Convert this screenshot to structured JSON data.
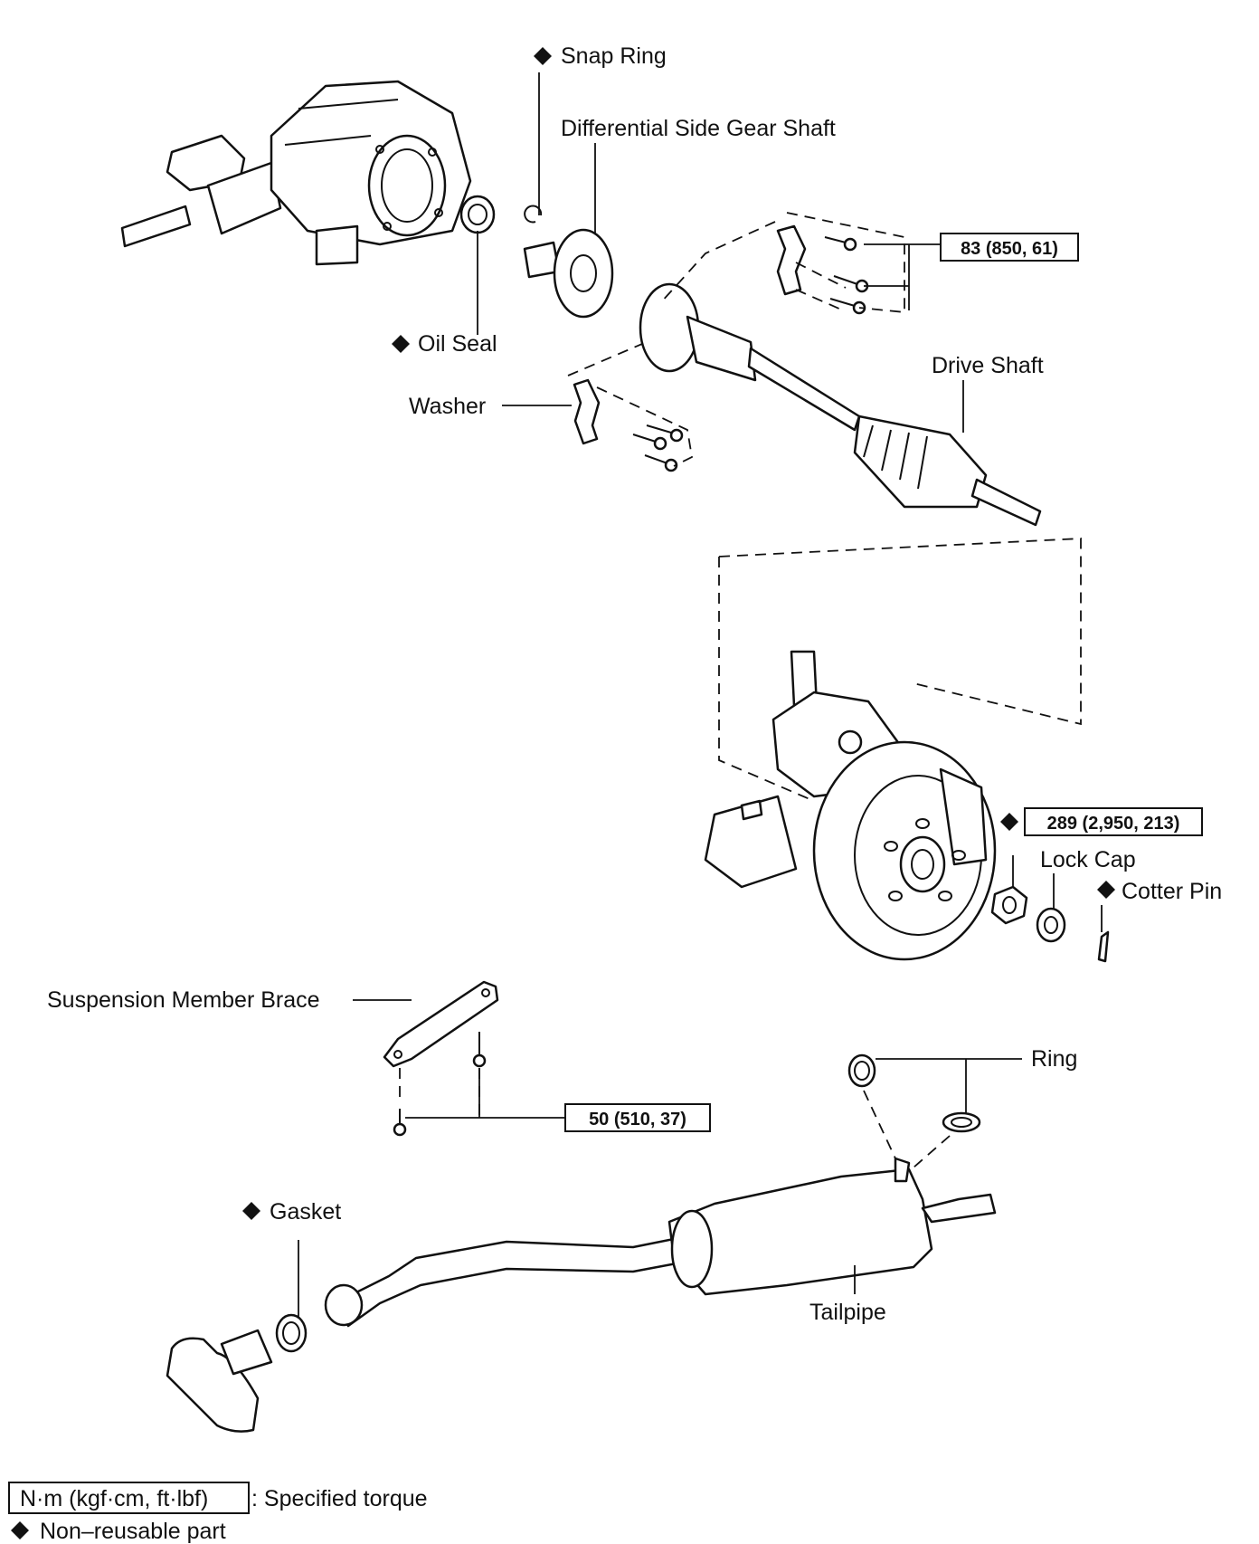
{
  "labels": {
    "snap_ring": "Snap Ring",
    "diff_side_gear_shaft": "Differential Side Gear Shaft",
    "oil_seal": "Oil Seal",
    "washer": "Washer",
    "drive_shaft": "Drive Shaft",
    "lock_cap": "Lock Cap",
    "cotter_pin": "Cotter Pin",
    "suspension_member_brace": "Suspension Member Brace",
    "ring": "Ring",
    "gasket": "Gasket",
    "tailpipe": "Tailpipe"
  },
  "torques": {
    "drive_shaft_bolts": "83 (850, 61)",
    "axle_nut": "289 (2,950, 213)",
    "brace_bolts": "50 (510, 37)"
  },
  "legend": {
    "torque_unit": "N·m (kgf·cm, ft·lbf)",
    "torque_desc": ": Specified torque",
    "nonreusable_desc": "Non–reusable part"
  }
}
